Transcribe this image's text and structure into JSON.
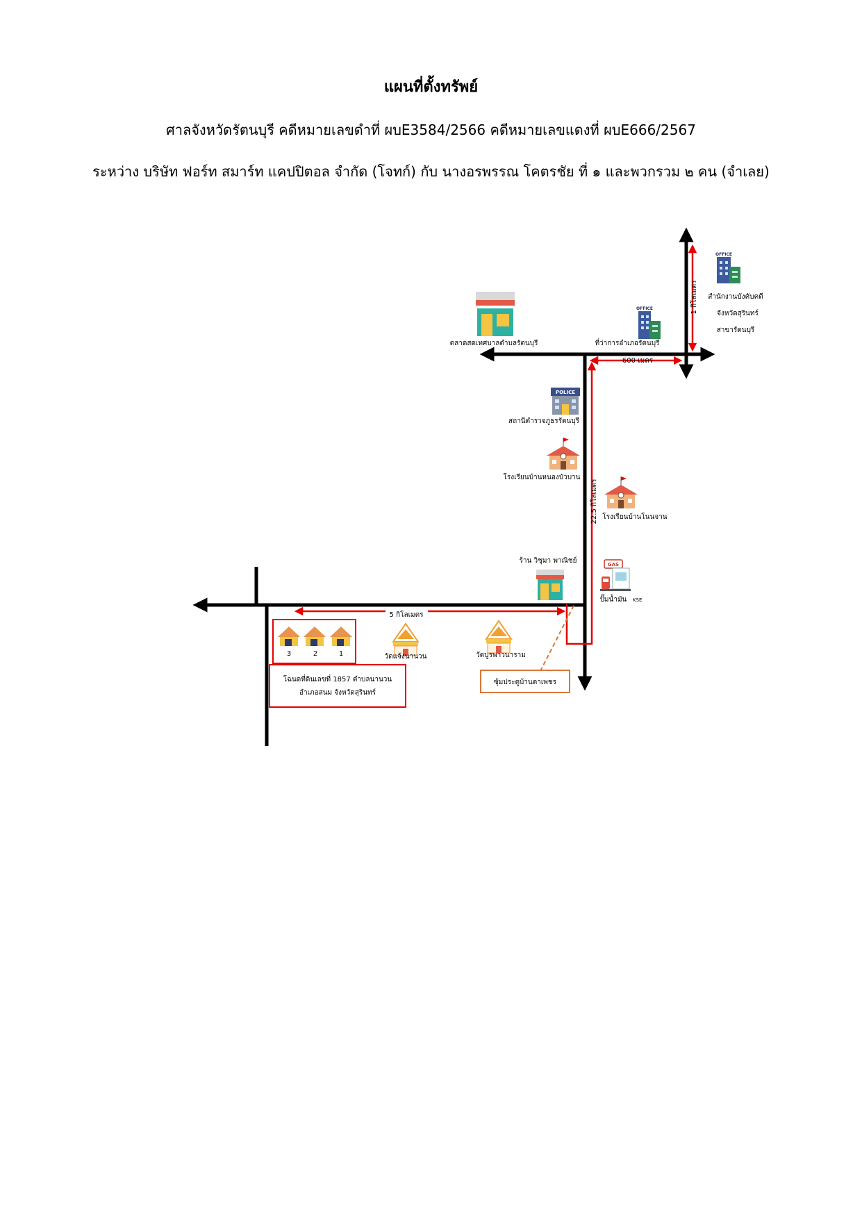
{
  "header": {
    "title": "แผนที่ตั้งทรัพย์",
    "court_line": "ศาลจังหวัดรัตนบุรี คดีหมายเลขดำที่ ผบE3584/2566 คดีหมายเลขแดงที่ ผบE666/2567",
    "parties_line": "ระหว่าง บริษัท ฟอร์ท สมาร์ท แคปปิตอล จำกัด (โจทก์) กับ นางอรพรรณ โคตรชัย ที่ ๑ และพวกรวม ๒ คน (จำเลย)"
  },
  "map": {
    "colors": {
      "road": "#000000",
      "route": "#e60000",
      "box_orange": "#d9773a"
    },
    "places": {
      "court_office": {
        "label_1": "สำนักงานบังคับคดี",
        "label_2": "จังหวัดสุรินทร์",
        "label_3": "สาขารัตนบุรี",
        "icon_text": "OFFICE",
        "icon": "office-building-icon"
      },
      "district_office": {
        "label": "ที่ว่าการอำเภอรัตนบุรี",
        "icon_text": "OFFICE",
        "icon": "office-building-icon"
      },
      "market": {
        "label": "ตลาดสดเทศบาลตำบลรัตนบุรี",
        "icon": "market-shop-icon"
      },
      "police": {
        "label": "สถานีตำรวจภูธรรัตนบุรี",
        "icon_text": "POLICE",
        "icon": "police-station-icon"
      },
      "school_nongbua": {
        "label": "โรงเรียนบ้านหนองบัวบาน",
        "icon": "school-icon"
      },
      "school_nonchan": {
        "label": "โรงเรียนบ้านโนนจาน",
        "icon": "school-icon"
      },
      "shop": {
        "label": "ร้าน วิชุมา พาณิชย์",
        "icon": "shop-icon"
      },
      "gas": {
        "label": "ปั๊มน้ำมัน",
        "label_small": "KSE",
        "icon_text": "GAS",
        "icon": "gas-station-icon"
      },
      "wat_chaeng": {
        "label": "วัดแจ้งนานวน",
        "icon": "temple-icon"
      },
      "wat_bura": {
        "label": "วัดบูรพาวนาราม",
        "icon": "temple-icon"
      },
      "arch": {
        "label": "ซุ้มประตูบ้านตาเพชร"
      },
      "land": {
        "label_1": "โฉนดที่ดินเลขที่ 1857 ตำบลนานวน",
        "label_2": "อำเภอสนม จังหวัดสุรินทร์",
        "houses": [
          "3",
          "2",
          "1"
        ],
        "icon": "house-icon"
      }
    },
    "distances": {
      "north": "1 กิโลเมตร",
      "east": "600 เมตร",
      "main": "22.5 กิโลเมตร",
      "west": "5 กิโลเมตร"
    }
  }
}
